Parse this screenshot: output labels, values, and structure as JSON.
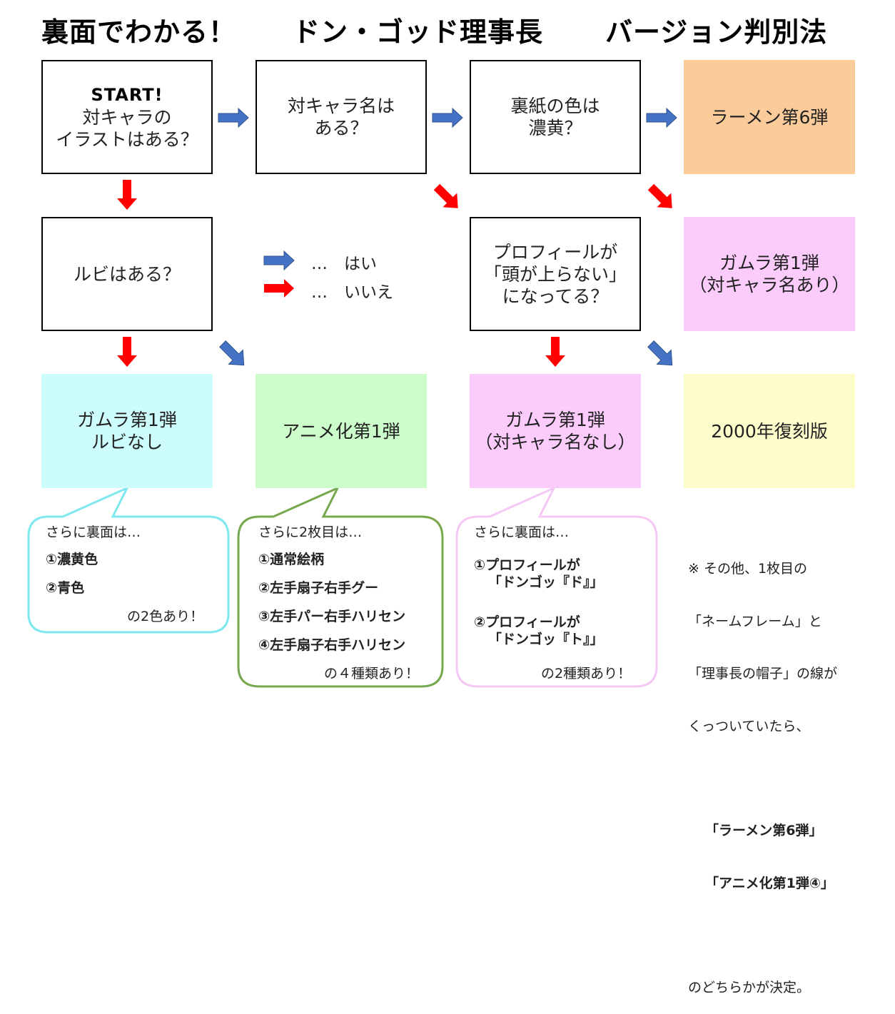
{
  "title": {
    "part1": "裏面でわかる！",
    "part2": "ドン・ゴッド理事長",
    "part3": "バージョン判別法"
  },
  "colors": {
    "yes_arrow": "#4472c4",
    "no_arrow": "#ff0000",
    "ramen": "#fbcb9a",
    "gamura_pink": "#fbcbfb",
    "gamura_cyan": "#ccfcfc",
    "anime": "#cdfccb",
    "reprint": "#fdfdcb",
    "bubble_cyan": "#7ee8f0",
    "bubble_green": "#77a84e",
    "bubble_pink": "#f5c8f5"
  },
  "questions": {
    "start": {
      "badge": "START!",
      "line1": "対キャラの",
      "line2": "イラストはある？"
    },
    "name": {
      "line1": "対キャラ名は",
      "line2": "ある？"
    },
    "color": {
      "line1": "裏紙の色は",
      "line2": "濃黄？"
    },
    "ruby": {
      "line1": "ルビはある？"
    },
    "profile": {
      "line1": "プロフィールが",
      "line2": "「頭が上らない」",
      "line3": "になってる？"
    }
  },
  "results": {
    "ramen": {
      "line1": "ラーメン第6弾"
    },
    "gamura_with_name": {
      "line1": "ガムラ第1弾",
      "line2": "（対キャラ名あり）"
    },
    "gamura_no_ruby": {
      "line1": "ガムラ第1弾",
      "line2": "ルビなし"
    },
    "anime": {
      "line1": "アニメ化第1弾"
    },
    "gamura_no_name": {
      "line1": "ガムラ第1弾",
      "line2": "（対キャラ名なし）"
    },
    "reprint": {
      "line1": "2000年復刻版"
    }
  },
  "legend": {
    "yes": "…　はい",
    "no": "…　いいえ"
  },
  "bubbles": {
    "cyan": {
      "heading": "さらに裏面は…",
      "items": [
        "①濃黄色",
        "②青色"
      ],
      "footer": "の2色あり！"
    },
    "green": {
      "heading": "さらに2枚目は…",
      "items": [
        "①通常絵柄",
        "②左手扇子右手グー",
        "③左手パー右手ハリセン",
        "④左手扇子右手ハリセン"
      ],
      "footer": "の４種類あり！"
    },
    "pink": {
      "heading": "さらに裏面は…",
      "items": [
        {
          "line1": "①プロフィールが",
          "line2": "「ドンゴッ『ド』」"
        },
        {
          "line1": "②プロフィールが",
          "line2": "「ドンゴッ『ト』」"
        }
      ],
      "footer": "の2種類あり！"
    }
  },
  "note": {
    "line1": "※ その他、1枚目の",
    "line2": "「ネームフレーム」と",
    "line3": "「理事長の帽子」の線が",
    "line4": "くっついていたら、",
    "line5": "「ラーメン第6弾」",
    "line6": "「アニメ化第1弾④」",
    "line7": "のどちらかが決定。"
  }
}
